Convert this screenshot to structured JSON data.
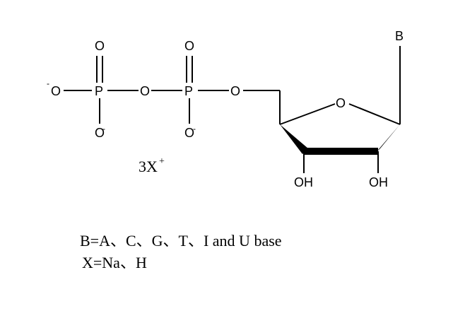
{
  "atoms": {
    "oxygen": "O",
    "phosphorus": "P",
    "charge_minus": "-",
    "base": "B",
    "hydroxyl": "OH"
  },
  "counterion": {
    "coefficient_symbol": "3X",
    "charge": "+"
  },
  "legend": {
    "line1": "B=A、C、G、T、I and U base",
    "line2": "X=Na、H"
  }
}
